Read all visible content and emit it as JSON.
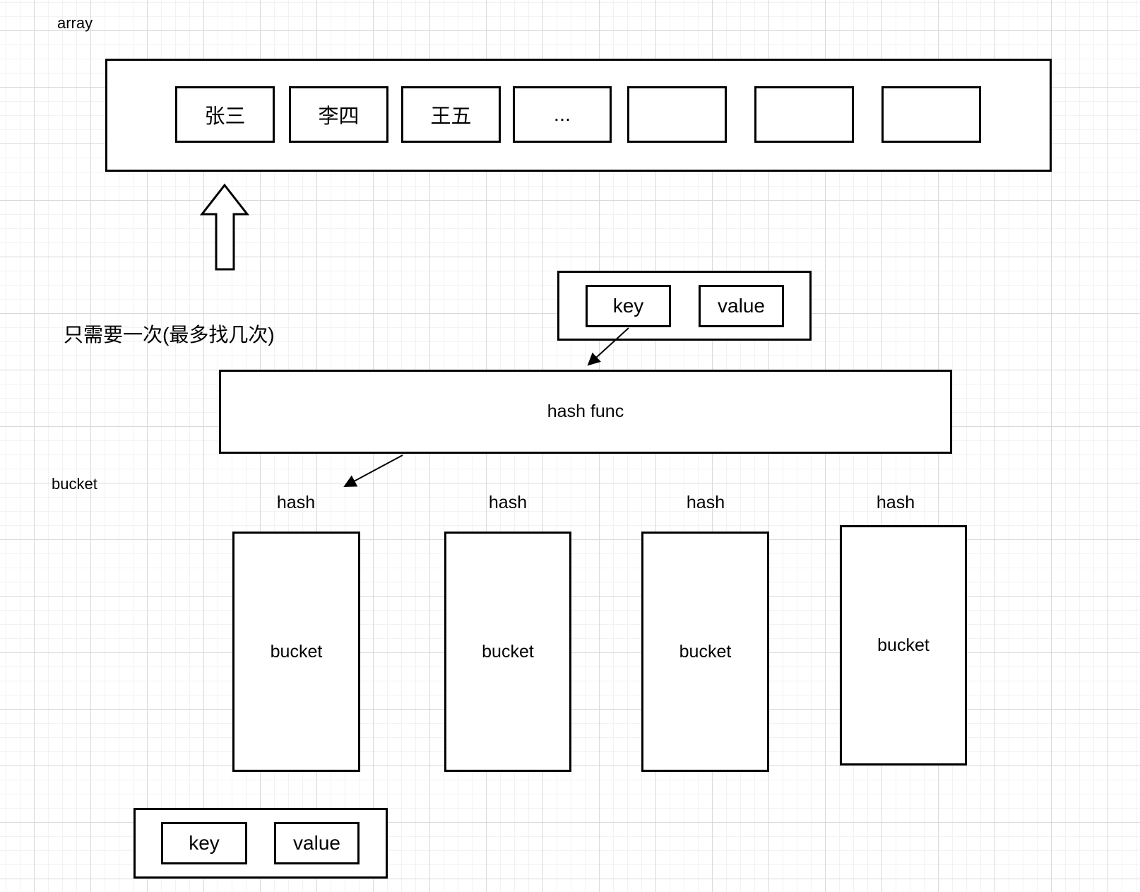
{
  "colors": {
    "stroke": "#000000",
    "shape_fill": "#ffffff",
    "canvas_bg": "#ffffff",
    "grid_minor": "#f2f2f2",
    "grid_major": "#d9d9d9"
  },
  "labels": {
    "array": "array",
    "bucket_section": "bucket",
    "note": "只需要一次(最多找几次)",
    "hash_func": "hash func"
  },
  "array": {
    "cells": [
      {
        "label": "张三"
      },
      {
        "label": "李四"
      },
      {
        "label": "王五"
      },
      {
        "label": "..."
      },
      {
        "label": ""
      },
      {
        "label": ""
      },
      {
        "label": ""
      }
    ]
  },
  "top_key_value": {
    "key": "key",
    "value": "value"
  },
  "bottom_key_value": {
    "key": "key",
    "value": "value"
  },
  "buckets": [
    {
      "hash_label": "hash",
      "label": "bucket"
    },
    {
      "hash_label": "hash",
      "label": "bucket"
    },
    {
      "hash_label": "hash",
      "label": "bucket"
    },
    {
      "hash_label": "hash",
      "label": "bucket"
    }
  ]
}
